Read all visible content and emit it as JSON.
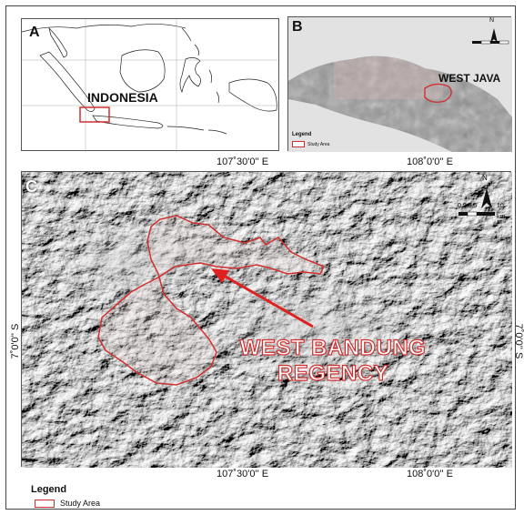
{
  "panel_a": {
    "label": "A",
    "country_label": "INDONESIA"
  },
  "panel_b": {
    "label": "B",
    "region_label": "WEST JAVA",
    "north_label": "N",
    "legend_title": "Legend",
    "legend_item": "Study Area"
  },
  "panel_c": {
    "label": "C",
    "region_label_line1": "WEST BANDUNG",
    "region_label_line2": "REGENCY",
    "north_label": "N",
    "scale_ticks": "0 2.5 5",
    "scale_end": "10",
    "scale_unit": "km"
  },
  "coords": {
    "top_left": "107˚30'0'' E",
    "top_right": "108˚0'0'' E",
    "bottom_left": "107˚30'0'' E",
    "bottom_right": "108˚0'0'' E",
    "left_lat": "7˚0'0'' S",
    "right_lat": "7˚0'0'' S"
  },
  "legend": {
    "title": "Legend",
    "item": "Study Area"
  },
  "colors": {
    "study_area": "#d03030",
    "arrow": "#e02020",
    "terrain_dark": "#3a3a3a",
    "terrain_light": "#d8d8d8"
  }
}
